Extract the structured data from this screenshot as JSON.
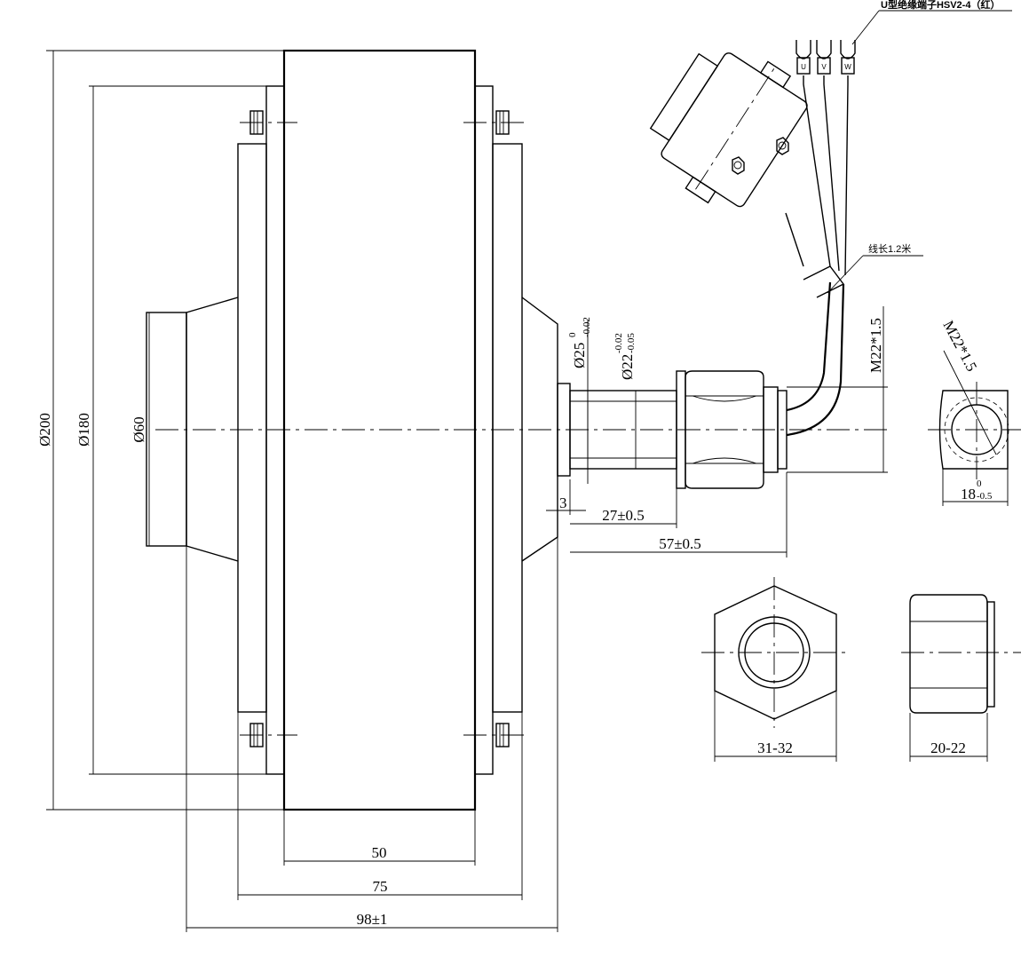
{
  "labels": {
    "terminal_note": "U型绝缘端子HSV2-4（红）",
    "cable_note": "线长1.2米",
    "pin_u": "U",
    "pin_v": "V",
    "pin_w": "W"
  },
  "dimensions": {
    "d200": "Ø200",
    "d180": "Ø180",
    "d60": "Ø60",
    "d25": "Ø25",
    "d25_upper": "0",
    "d25_lower": "-0.02",
    "d22": "Ø22",
    "d22_upper": "-0.02",
    "d22_lower": "-0.05",
    "thread_axle": "M22*1.5",
    "thread_side": "M22*1.5",
    "d18": "18",
    "d18_upper": "0",
    "d18_lower": "-0.5",
    "len3": "3",
    "len27": "27±0.5",
    "len57": "57±0.5",
    "w50": "50",
    "w75": "75",
    "w98": "98±1",
    "nut_across_flats": "31-32",
    "nut_height": "20-22"
  }
}
